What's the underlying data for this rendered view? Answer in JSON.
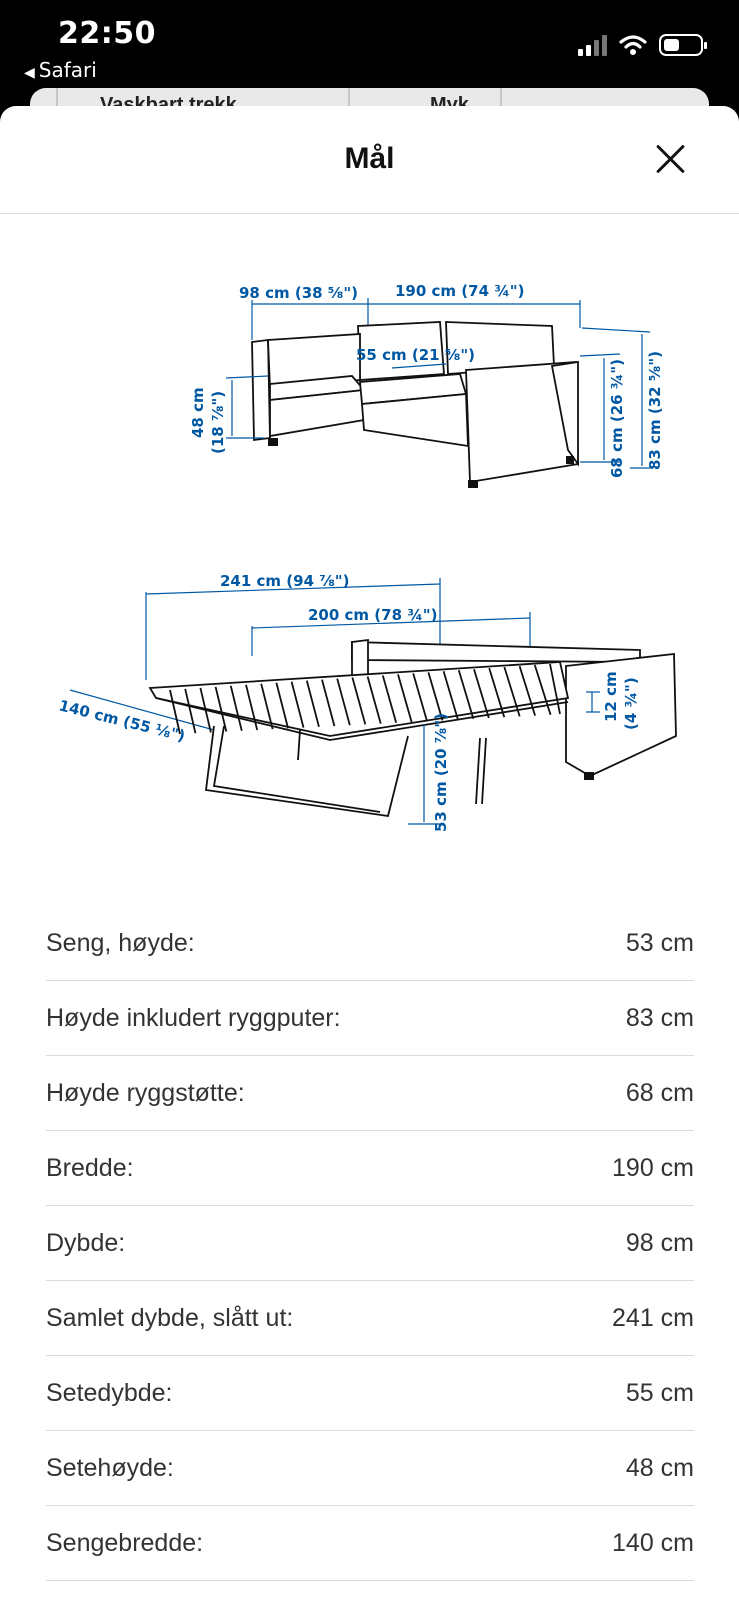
{
  "status": {
    "time": "22:50",
    "back_app": "Safari"
  },
  "peek_tabs": [
    "Vaskbart trekk",
    "Myk"
  ],
  "sheet": {
    "title": "Mål"
  },
  "diagram_top": {
    "depth": "98 cm (38 ⅝\")",
    "width": "190 cm (74 ¾\")",
    "seat_depth": "55 cm (21 ⅝\")",
    "seat_height": "48 cm",
    "seat_height_in": "(18 ⅞\")",
    "back_height": "68 cm (26 ¾\")",
    "total_height": "83 cm (32 ⅝\")"
  },
  "diagram_bottom": {
    "total_depth": "241 cm (94 ⅞\")",
    "bed_length": "200 cm (78 ¾\")",
    "bed_width": "140 cm (55 ⅛\")",
    "mattress": "12 cm",
    "mattress_in": "(4 ¾\")",
    "bed_height": "53 cm (20 ⅞\")"
  },
  "specs": [
    {
      "label": "Seng, høyde:",
      "value": "53 cm"
    },
    {
      "label": "Høyde inkludert ryggputer:",
      "value": "83 cm"
    },
    {
      "label": "Høyde ryggstøtte:",
      "value": "68 cm"
    },
    {
      "label": "Bredde:",
      "value": "190 cm"
    },
    {
      "label": "Dybde:",
      "value": "98 cm"
    },
    {
      "label": "Samlet dybde, slått ut:",
      "value": "241 cm"
    },
    {
      "label": "Setedybde:",
      "value": "55 cm"
    },
    {
      "label": "Setehøyde:",
      "value": "48 cm"
    },
    {
      "label": "Sengebredde:",
      "value": "140 cm"
    }
  ]
}
